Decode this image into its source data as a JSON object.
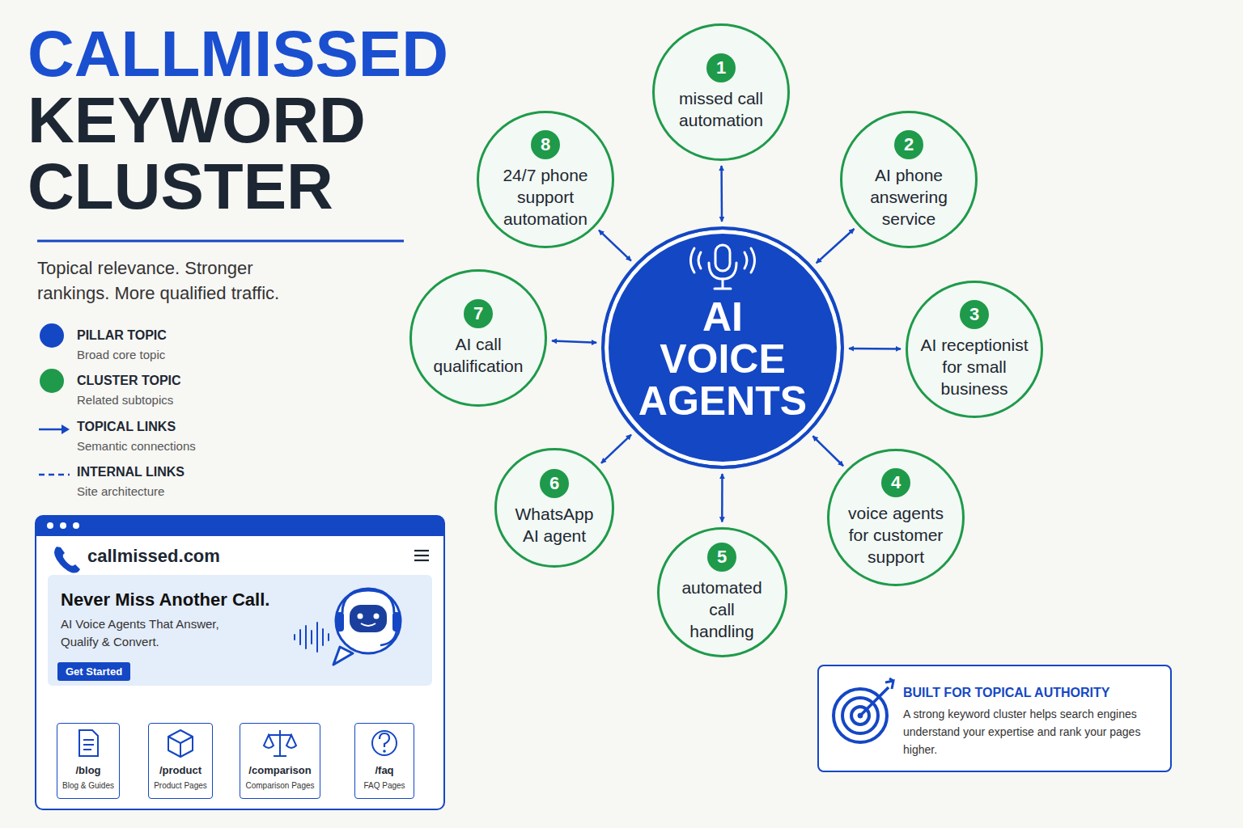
{
  "diagram": {
    "title": "CALLMISSED KEYWORD CLUSTER",
    "nodes": [
      {
        "text": [
          "AI VOICE AGENTS"
        ]
      },
      {
        "text": [
          "1",
          "missed call automation"
        ]
      },
      {
        "text": [
          "2",
          "AI phone answering service"
        ]
      },
      {
        "text": [
          "3",
          "AI receptionist for small business"
        ]
      },
      {
        "text": [
          "4",
          "voice agents for customer support"
        ]
      },
      {
        "text": [
          "5",
          "automated call handling"
        ]
      },
      {
        "text": [
          "6",
          "WhatsApp AI agent"
        ]
      },
      {
        "text": [
          "7",
          "AI call qualification"
        ]
      },
      {
        "text": [
          "8",
          "24/7 phone support automation"
        ]
      },
      {
        "text": [
          "callmissed.com"
        ]
      },
      {
        "text": [
          "Never Miss Another Call.",
          "AI Voice Agents That Answer, Qualify & Convert."
        ],
        "in": 9
      },
      {
        "text": [
          "Get Started"
        ],
        "in": 10
      },
      {
        "text": [
          "/blog",
          "Blog & Guides"
        ],
        "in": 9
      },
      {
        "text": [
          "/product",
          "Product Pages"
        ],
        "in": 9
      },
      {
        "text": [
          "/comparison",
          "Comparison Pages"
        ],
        "in": 9
      },
      {
        "text": [
          "/faq",
          "FAQ Pages"
        ],
        "in": 9
      },
      {
        "text": [
          "BUILT FOR TOPICAL AUTHORITY",
          "A strong keyword cluster helps search engines understand your expertise and rank your pages higher."
        ]
      }
    ],
    "edges": [
      {
        "from": 0,
        "to": 1,
        "arrow": "both"
      },
      {
        "from": 0,
        "to": 2,
        "arrow": "both"
      },
      {
        "from": 0,
        "to": 3,
        "arrow": "both"
      },
      {
        "from": 0,
        "to": 4,
        "arrow": "both"
      },
      {
        "from": 0,
        "to": 5,
        "arrow": "both"
      },
      {
        "from": 0,
        "to": 6,
        "arrow": "both"
      },
      {
        "from": 0,
        "to": 7,
        "arrow": "both"
      },
      {
        "from": 0,
        "to": 8,
        "arrow": "both"
      },
      {
        "from": 10,
        "to": 12,
        "arrow": "none"
      },
      {
        "from": 10,
        "to": 13,
        "arrow": "none"
      },
      {
        "from": 10,
        "to": 14,
        "arrow": "none"
      },
      {
        "from": 10,
        "to": 15,
        "arrow": "none"
      }
    ],
    "labels": [
      "Topical relevance. Stronger rankings. More qualified traffic.",
      "Broad core topic",
      "Related subtopics",
      "Semantic connections",
      "Site architecture"
    ],
    "legend": [
      {
        "text": "PILLAR TOPIC",
        "color": "#1447c4"
      },
      {
        "text": "CLUSTER TOPIC",
        "color": "#1e9a4a"
      },
      {
        "text": "TOPICAL LINKS"
      },
      {
        "text": "INTERNAL LINKS"
      }
    ]
  }
}
